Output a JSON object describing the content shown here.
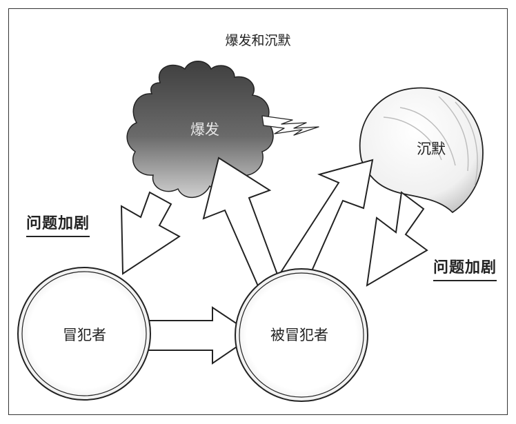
{
  "title": "爆发和沉默",
  "nodes": {
    "outburst": "爆发",
    "silence": "沉默",
    "offender": "冒犯者",
    "offended": "被冒犯者"
  },
  "annotations": {
    "left": "问题加剧",
    "right": "问题加剧"
  },
  "colors": {
    "stroke": "#222222",
    "cloud_dark": "#454545",
    "cloud_light": "#c8c8c8"
  }
}
